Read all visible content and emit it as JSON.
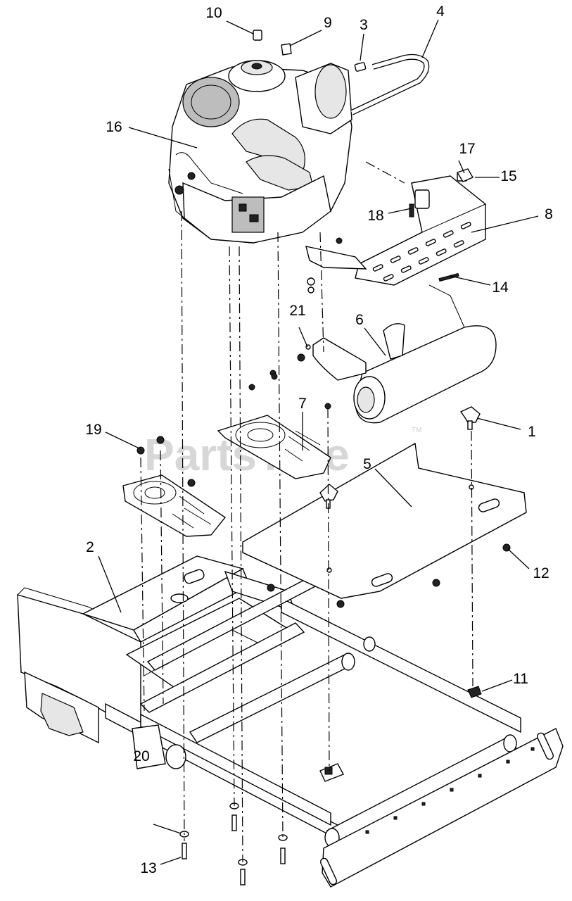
{
  "watermark": {
    "text": "PartsTree",
    "mark": "TM"
  },
  "callouts": [
    {
      "id": "c1",
      "label": "1"
    },
    {
      "id": "c2",
      "label": "2"
    },
    {
      "id": "c3",
      "label": "3"
    },
    {
      "id": "c4",
      "label": "4"
    },
    {
      "id": "c5",
      "label": "5"
    },
    {
      "id": "c6",
      "label": "6"
    },
    {
      "id": "c7",
      "label": "7"
    },
    {
      "id": "c8",
      "label": "8"
    },
    {
      "id": "c9",
      "label": "9"
    },
    {
      "id": "c10",
      "label": "10"
    },
    {
      "id": "c11",
      "label": "11"
    },
    {
      "id": "c12",
      "label": "12"
    },
    {
      "id": "c13",
      "label": "13"
    },
    {
      "id": "c14",
      "label": "14"
    },
    {
      "id": "c15",
      "label": "15"
    },
    {
      "id": "c16",
      "label": "16"
    },
    {
      "id": "c17",
      "label": "17"
    },
    {
      "id": "c18",
      "label": "18"
    },
    {
      "id": "c19",
      "label": "19"
    },
    {
      "id": "c20",
      "label": "20"
    },
    {
      "id": "c21",
      "label": "21"
    }
  ]
}
